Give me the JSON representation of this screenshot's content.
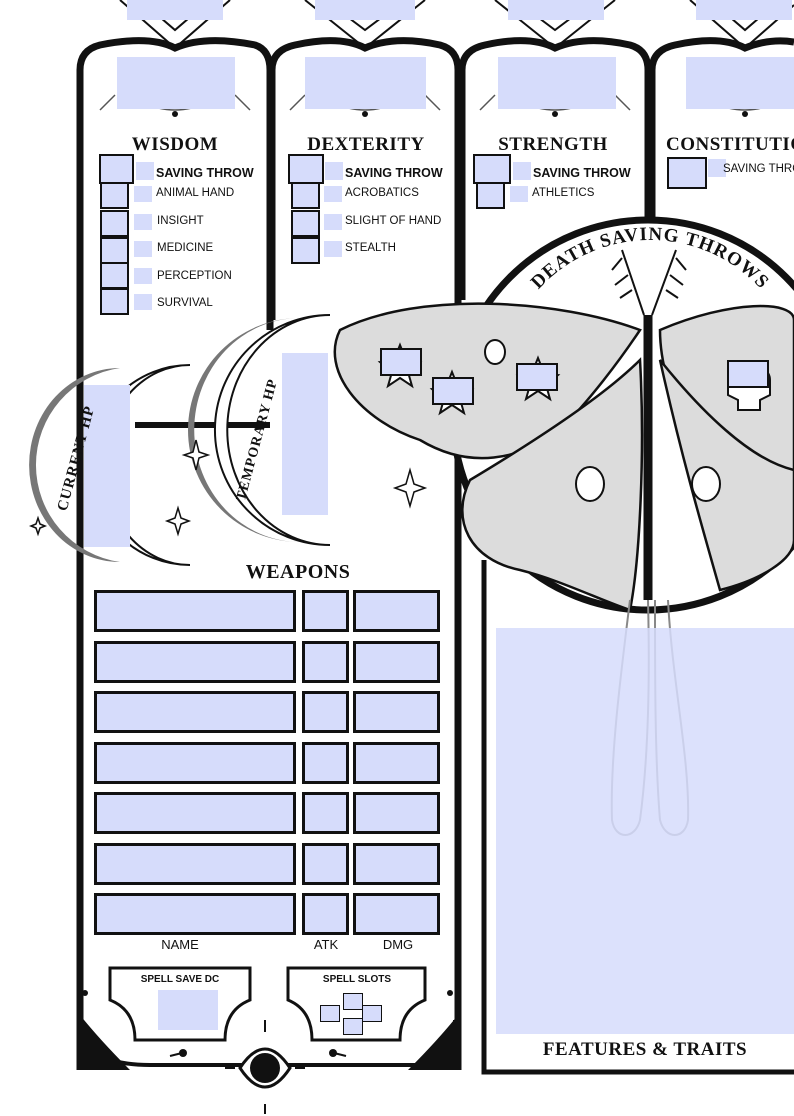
{
  "abilities": [
    {
      "name": "WISDOM",
      "skills": [
        "SAVING THROW",
        "ANIMAL HAND",
        "INSIGHT",
        "MEDICINE",
        "PERCEPTION",
        "SURVIVAL"
      ]
    },
    {
      "name": "DEXTERITY",
      "skills": [
        "SAVING THROW",
        "ACROBATICS",
        "SLIGHT OF HAND",
        "STEALTH"
      ]
    },
    {
      "name": "STRENGTH",
      "skills": [
        "SAVING THROW",
        "ATHLETICS"
      ]
    },
    {
      "name": "CONSTITUTION",
      "skills": [
        "SAVING THROW"
      ]
    }
  ],
  "hp": {
    "current_label": "CURRENT HP",
    "temporary_label": "TEMPORARY HP"
  },
  "death_saves": {
    "title": "DEATH SAVING THROWS"
  },
  "weapons": {
    "title": "WEAPONS",
    "col_name": "NAME",
    "col_atk": "ATK",
    "col_dmg": "DMG",
    "row_count": 7
  },
  "spells": {
    "save_dc_label": "SPELL SAVE DC",
    "slots_label": "SPELL SLOTS"
  },
  "features": {
    "title": "FEATURES & TRAITS"
  },
  "colors": {
    "field": "#d6dcfb",
    "ink": "#111111",
    "moth_fill": "#dcdcdc",
    "moon_grey": "#777777"
  }
}
